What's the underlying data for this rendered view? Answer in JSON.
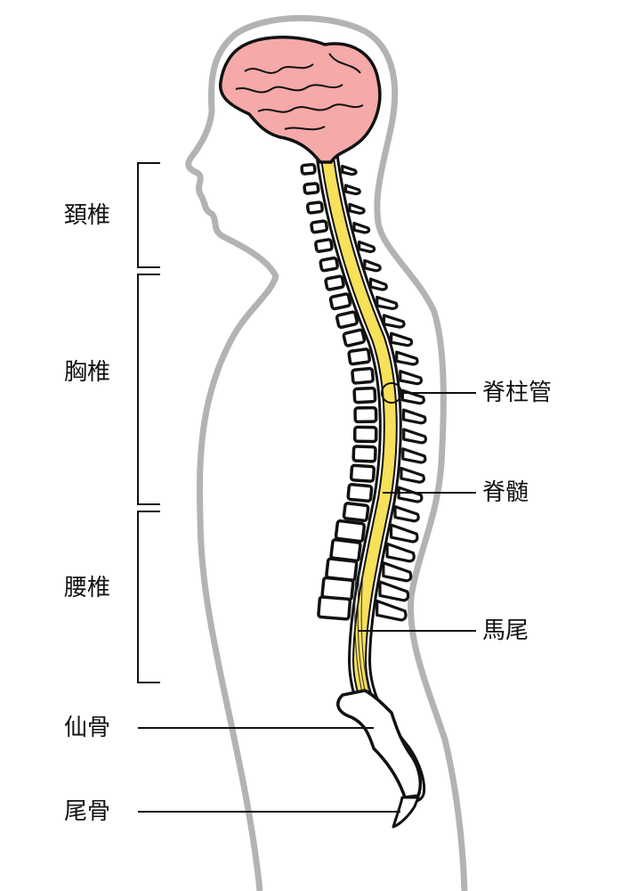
{
  "labels": {
    "cervical": "頚椎",
    "thoracic": "胸椎",
    "lumbar": "腰椎",
    "sacrum": "仙骨",
    "coccyx": "尾骨",
    "spinal_canal": "脊柱管",
    "spinal_cord": "脊髄",
    "cauda_equina": "馬尾"
  },
  "colors": {
    "body_outline": "#b3b3b3",
    "brain": "#f5a9a8",
    "spinal_cord": "#f7e05a",
    "bone_stroke": "#111111"
  }
}
